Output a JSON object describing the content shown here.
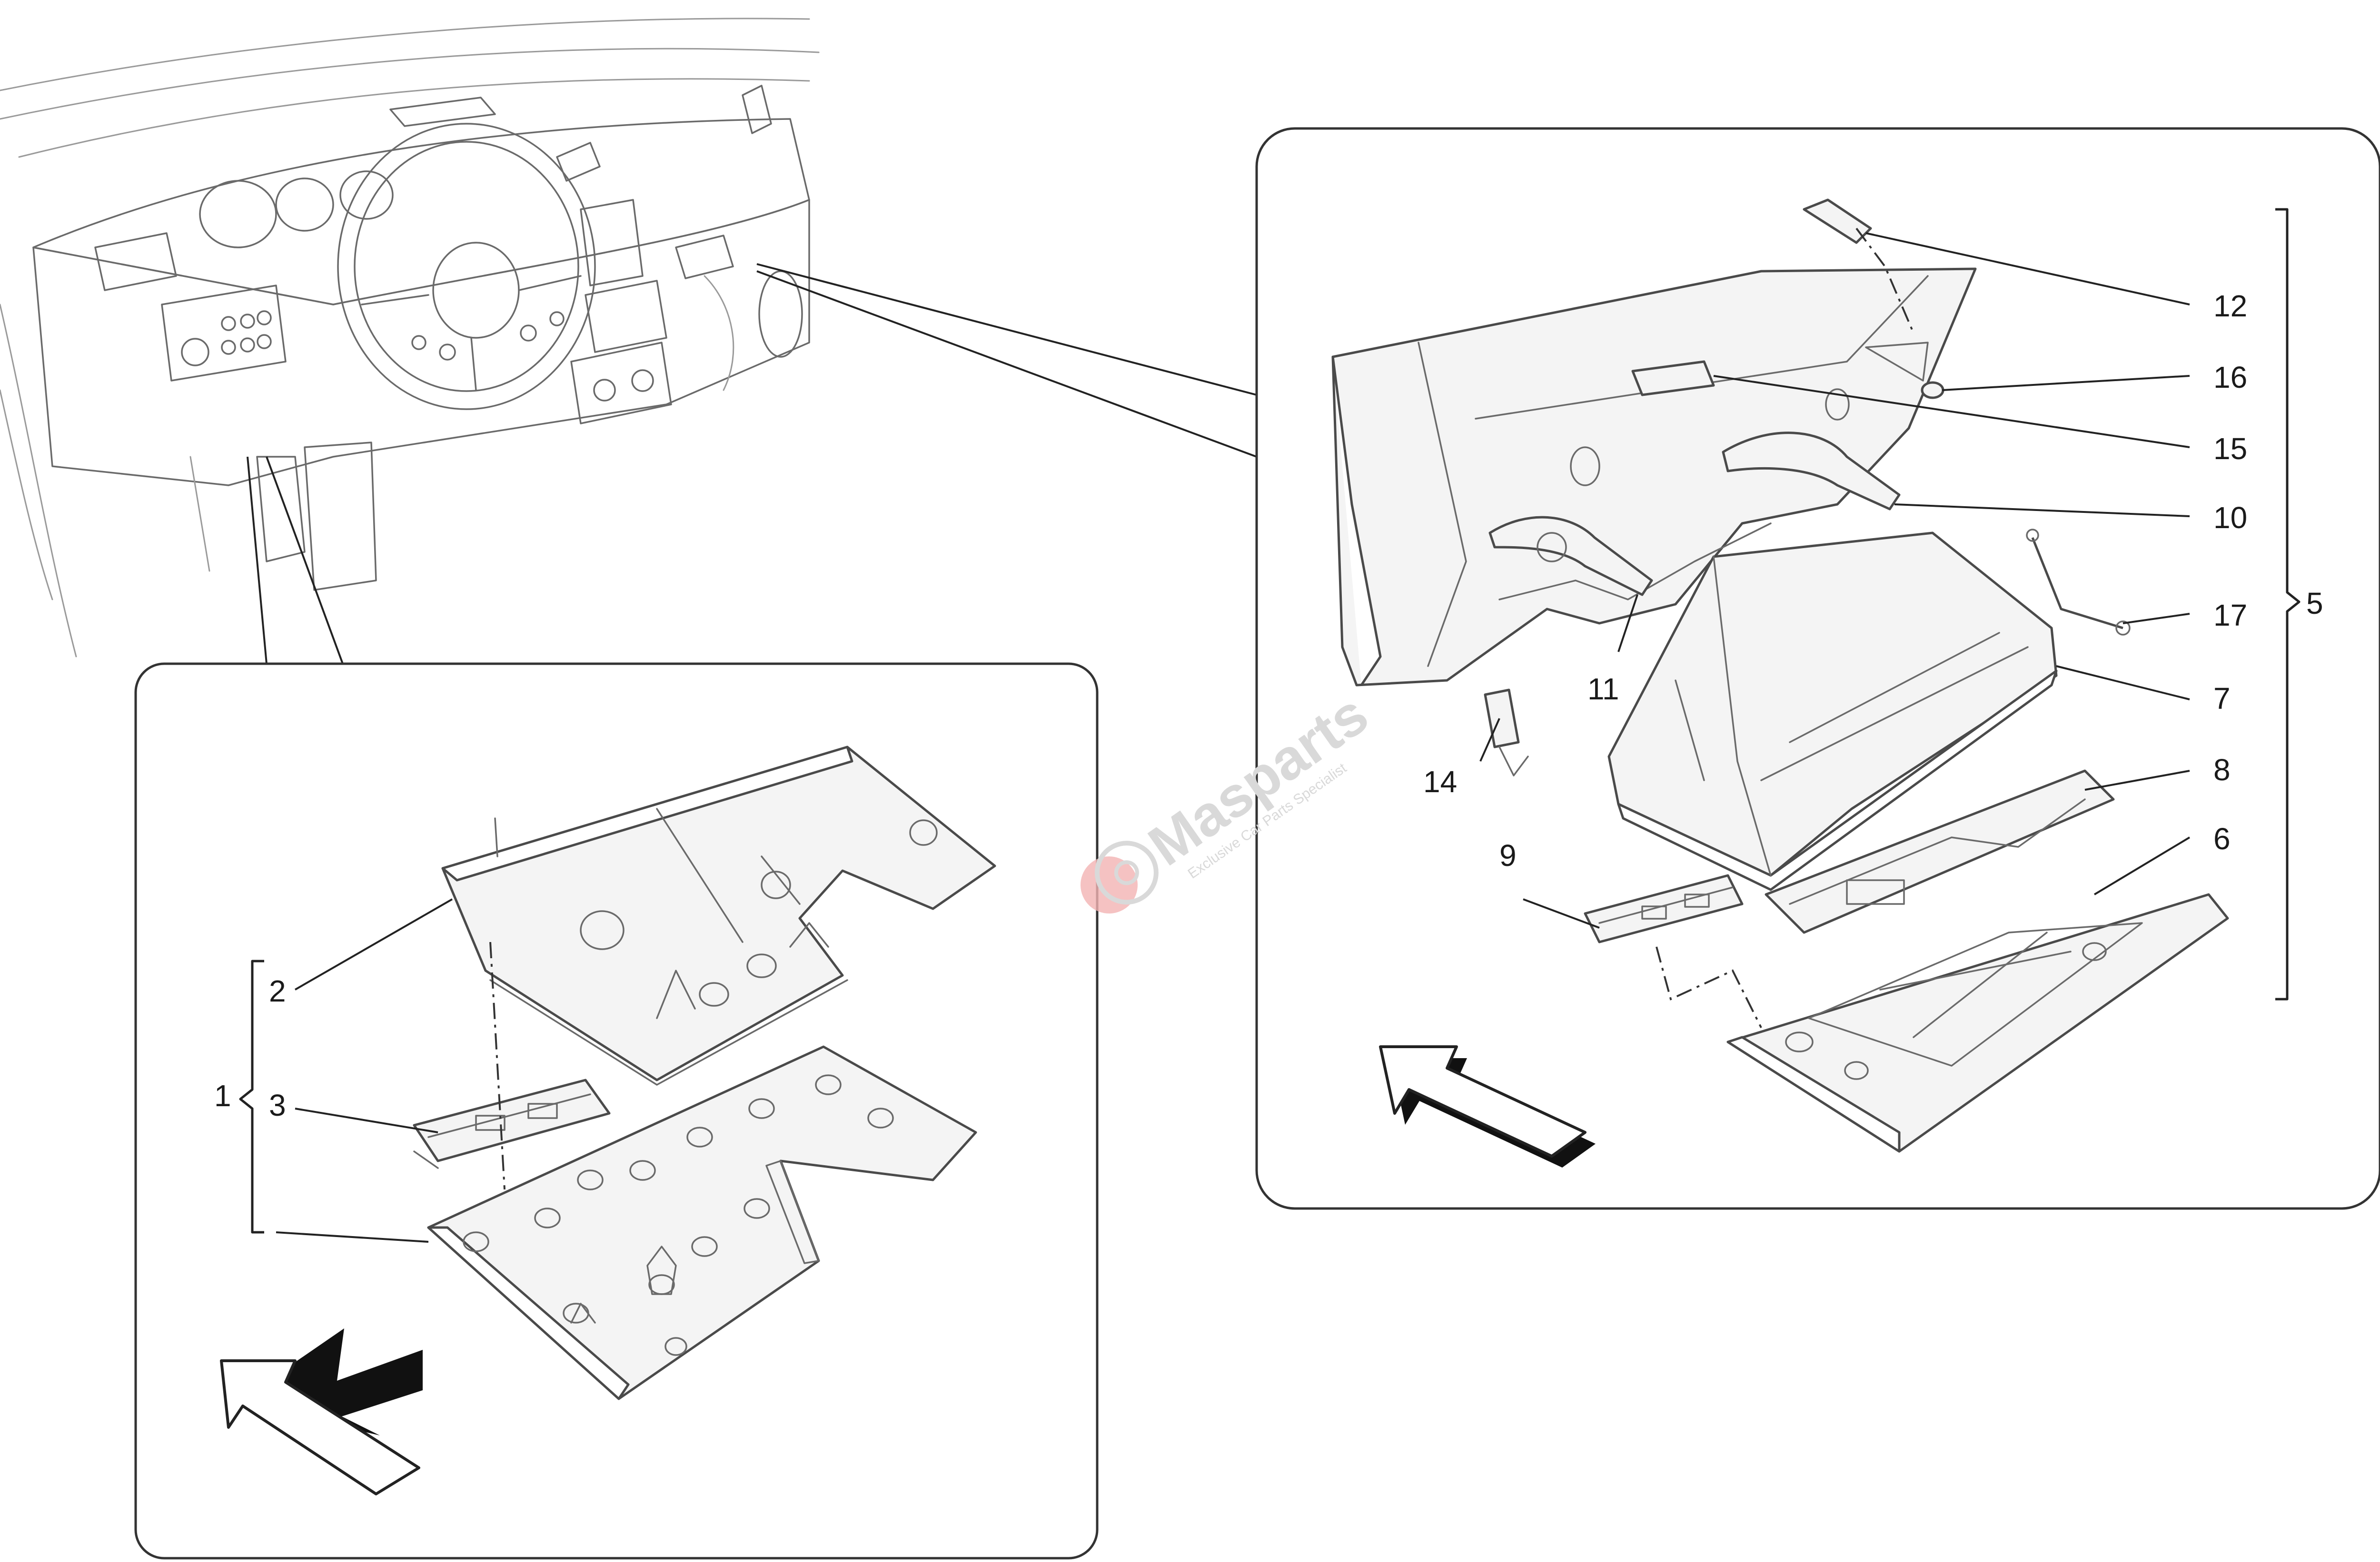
{
  "callouts": {
    "c1": "1",
    "c2": "2",
    "c3": "3",
    "c5": "5",
    "c6": "6",
    "c7": "7",
    "c8": "8",
    "c9": "9",
    "c10": "10",
    "c11": "11",
    "c12": "12",
    "c14": "14",
    "c15": "15",
    "c16": "16",
    "c17": "17"
  },
  "watermark": {
    "brand": "Masparts",
    "tagline": "Exclusive Car Parts Specialist"
  },
  "colors": {
    "line": "#4a4a4a",
    "watermark_gray": "#d9d9d9",
    "watermark_red": "#f3b3b3"
  }
}
